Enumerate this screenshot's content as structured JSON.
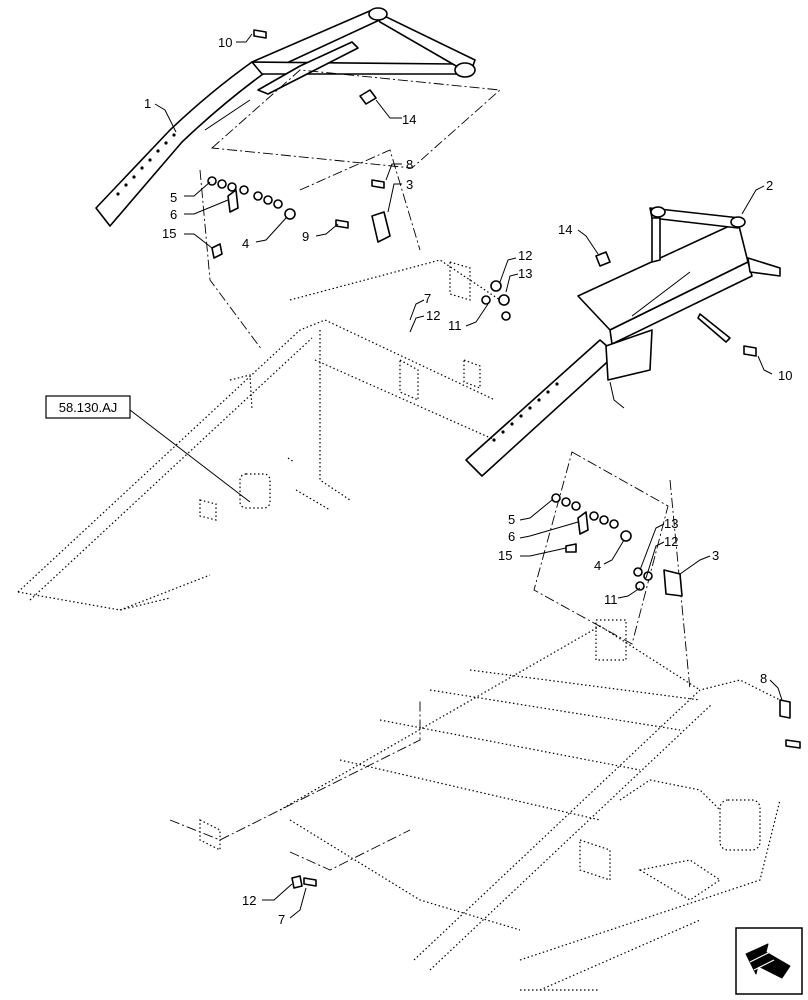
{
  "reference_box": {
    "label": "58.130.AJ"
  },
  "callouts": {
    "c1": "1",
    "c2": "2",
    "c3a": "3",
    "c3b": "3",
    "c4a": "4",
    "c4b": "4",
    "c5a": "5",
    "c5b": "5",
    "c6a": "6",
    "c6b": "6",
    "c7a": "7",
    "c7b": "7",
    "c8a": "8",
    "c8b": "8",
    "c9": "9",
    "c10a": "10",
    "c10b": "10",
    "c11a": "11",
    "c11b": "11",
    "c12a": "12",
    "c12b": "12",
    "c12c": "12",
    "c12d": "12",
    "c13a": "13",
    "c13b": "13",
    "c14a": "14",
    "c14b": "14",
    "c15a": "15",
    "c15b": "15"
  },
  "icons": {
    "nav": "direction-arrow-icon"
  }
}
